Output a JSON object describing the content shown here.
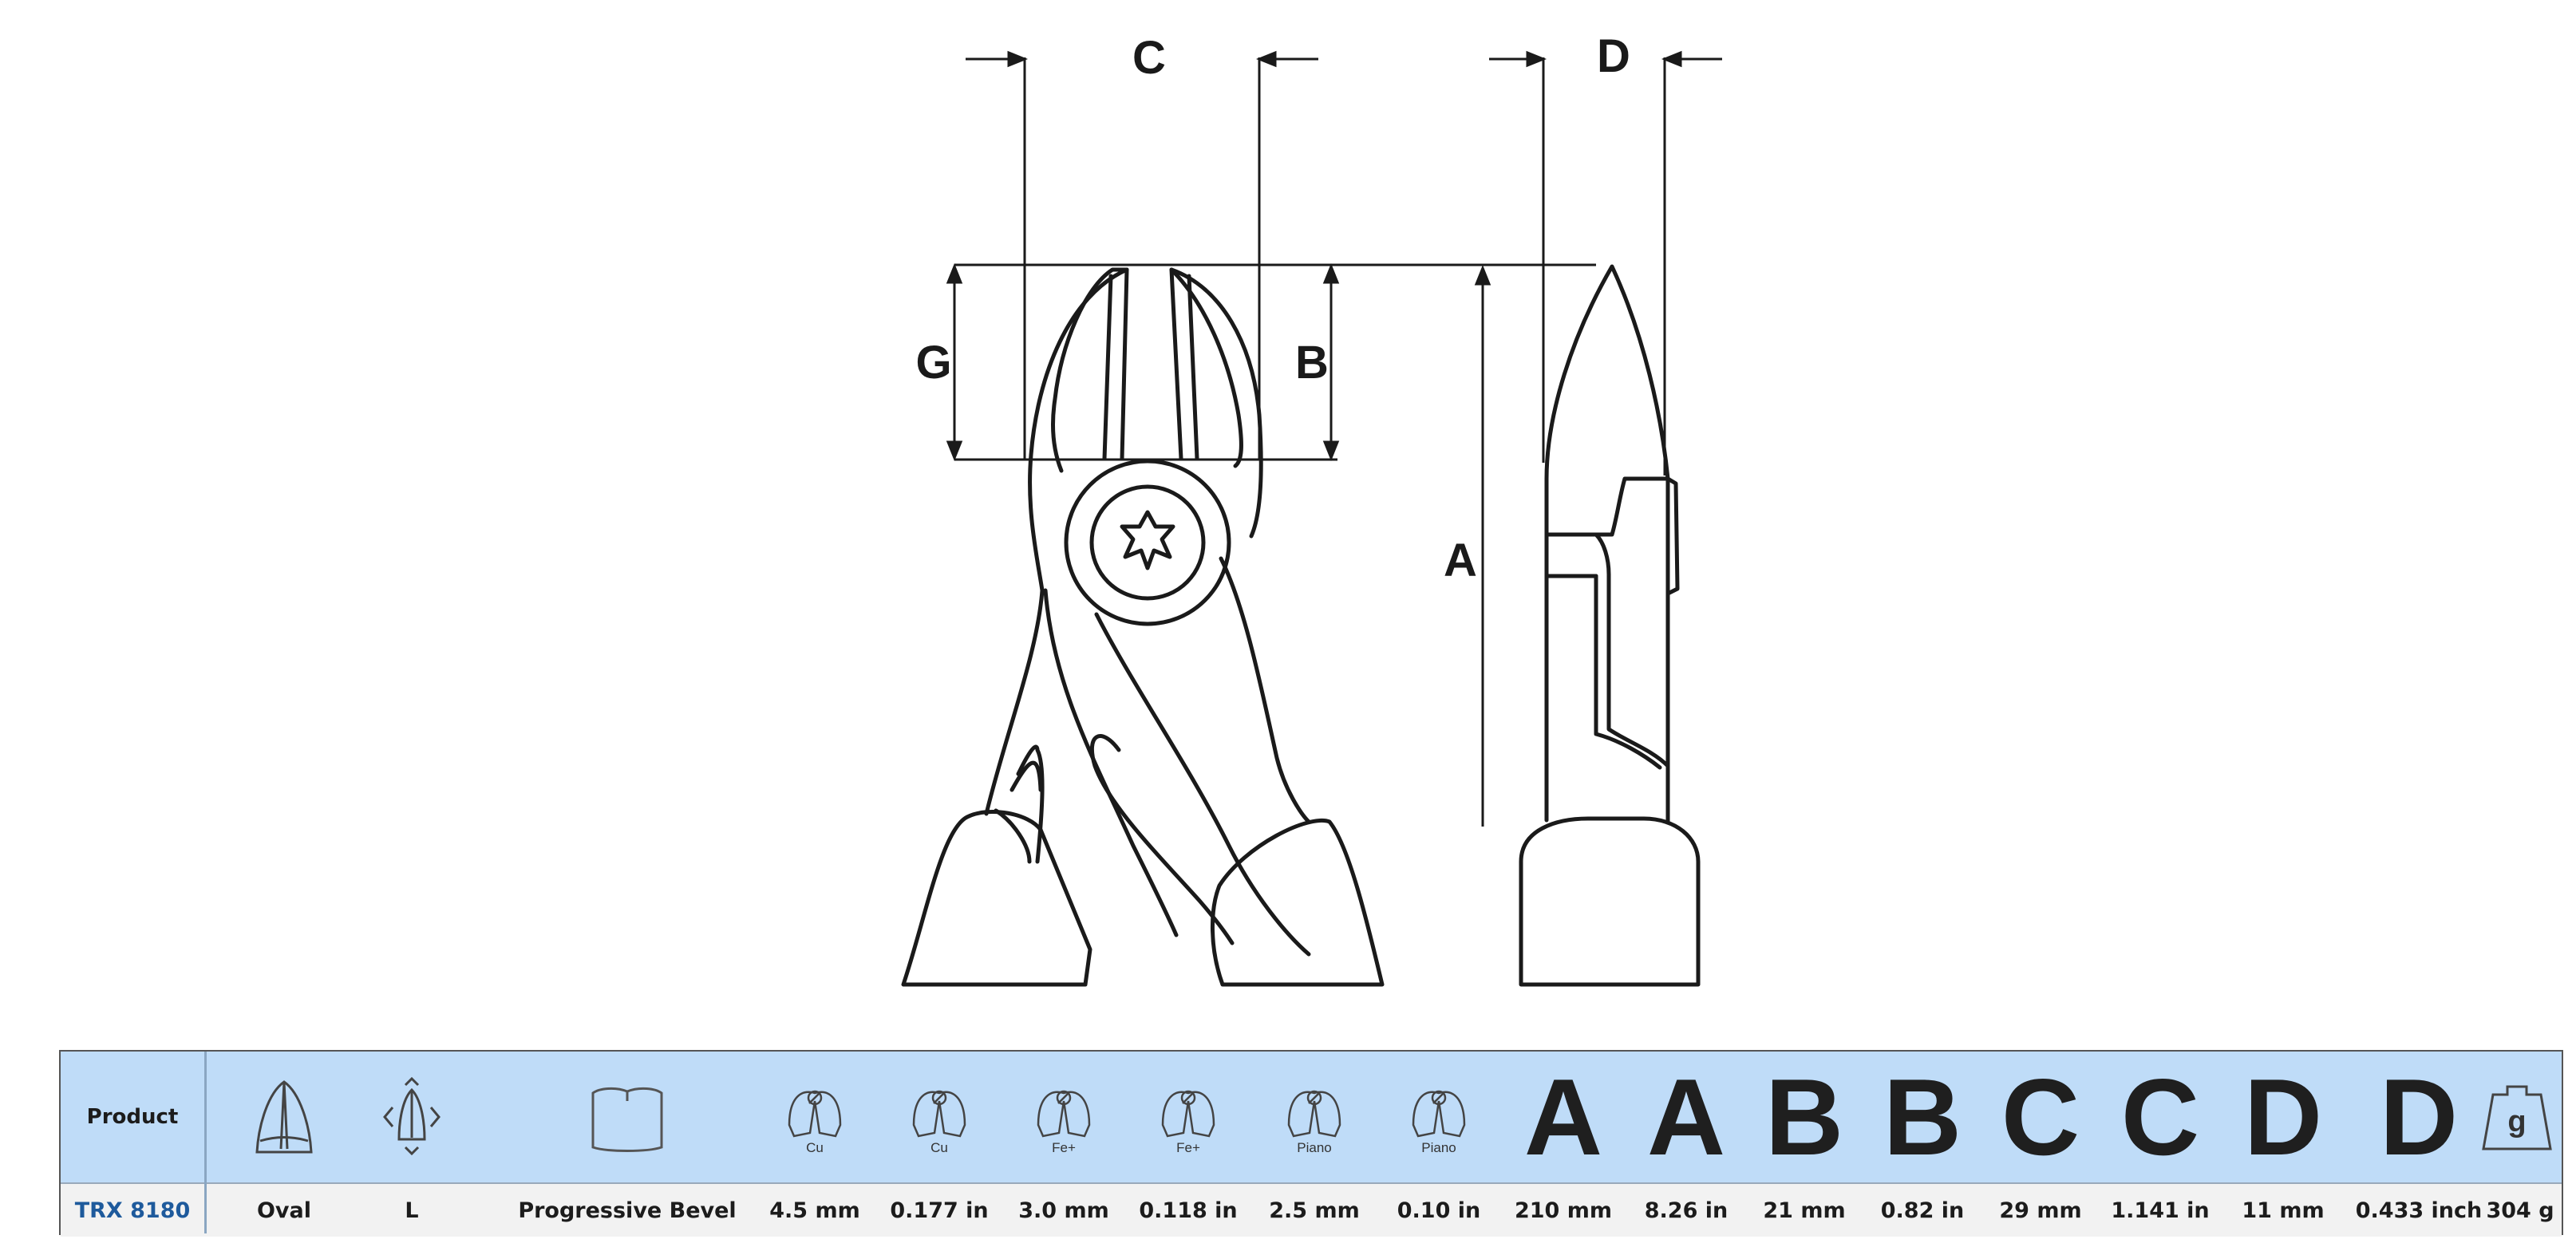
{
  "diagram": {
    "dimension_labels": {
      "c": "C",
      "d": "D",
      "g": "G",
      "b": "B",
      "a": "A"
    }
  },
  "table": {
    "header_label": "Product",
    "weight_icon_text": "g",
    "material_labels": [
      "Cu",
      "Cu",
      "Fe+",
      "Fe+",
      "Piano",
      "Piano"
    ],
    "dimension_headers": [
      "A",
      "A",
      "B",
      "B",
      "C",
      "C",
      "D",
      "D"
    ],
    "row": {
      "product": "TRX 8180",
      "head_shape": "Oval",
      "size": "L",
      "edge": "Progressive Bevel",
      "cu_mm": "4.5 mm",
      "cu_in": "0.177 in",
      "fe_mm": "3.0 mm",
      "fe_in": "0.118 in",
      "piano_mm": "2.5 mm",
      "piano_in": "0.10 in",
      "a_mm": "210 mm",
      "a_in": "8.26 in",
      "b_mm": "21 mm",
      "b_in": "0.82 in",
      "c_mm": "29 mm",
      "c_in": "1.141 in",
      "d_mm": "11 mm",
      "d_in": "0.433 inch",
      "weight": "304 g"
    }
  }
}
